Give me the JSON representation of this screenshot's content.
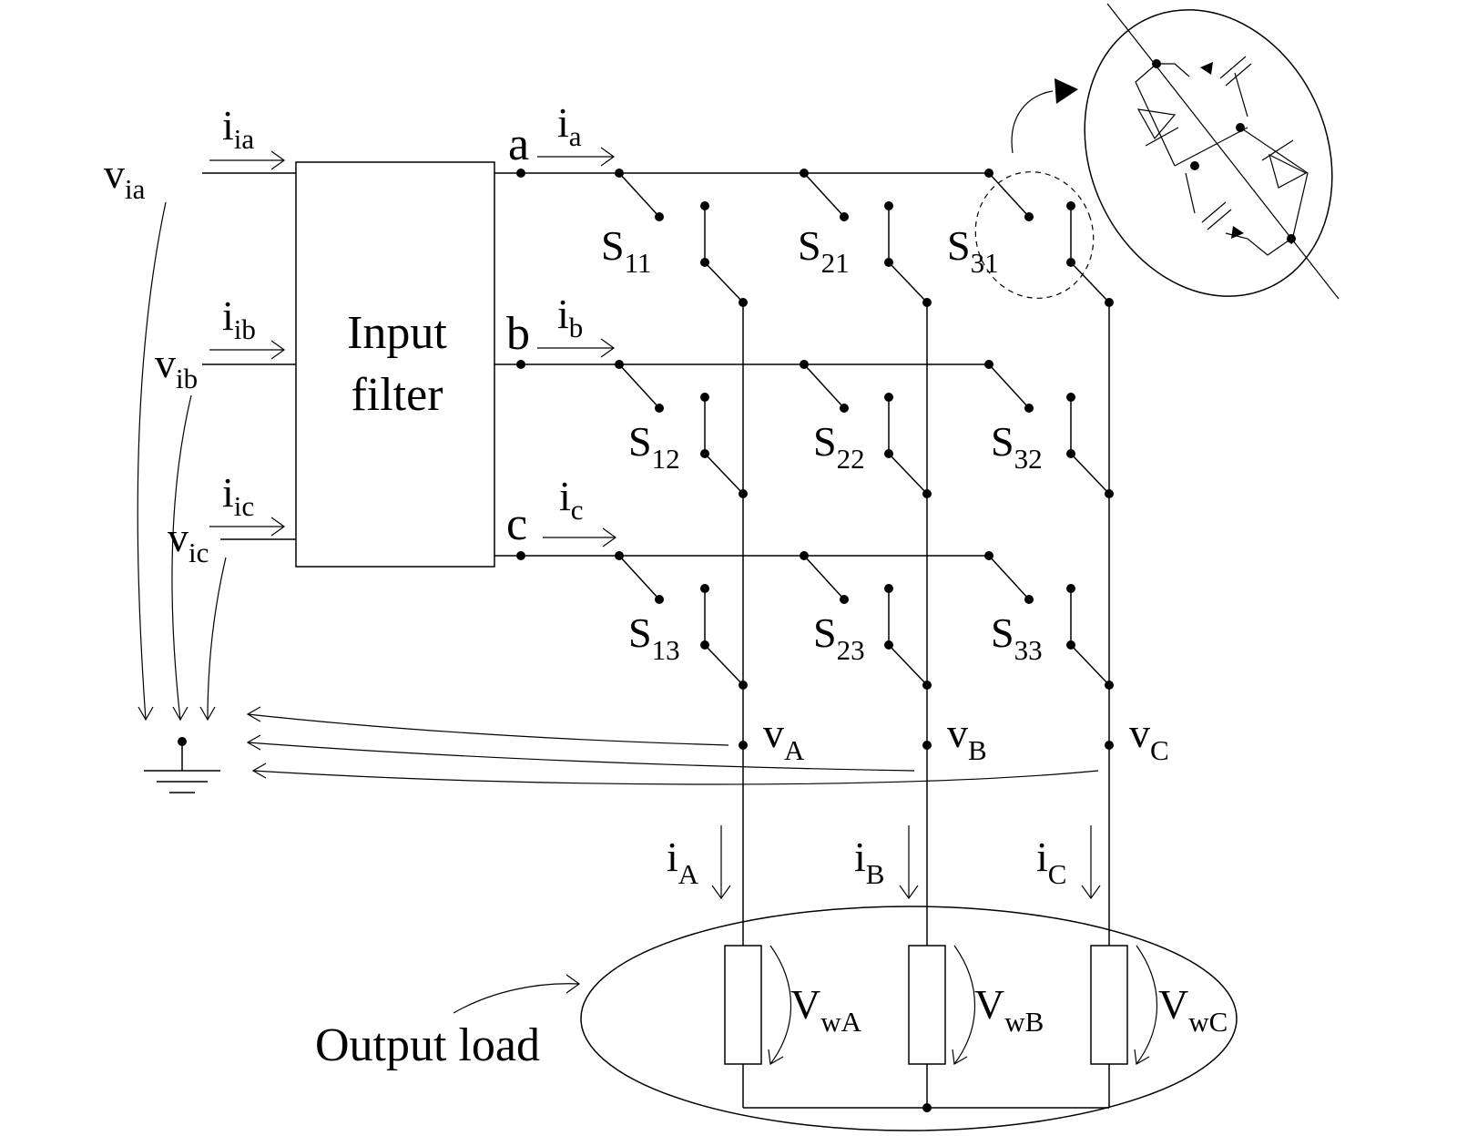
{
  "input_voltages": [
    {
      "main": "v",
      "sub": "ia"
    },
    {
      "main": "v",
      "sub": "ib"
    },
    {
      "main": "v",
      "sub": "ic"
    }
  ],
  "input_currents": [
    {
      "main": "i",
      "sub": "ia"
    },
    {
      "main": "i",
      "sub": "ib"
    },
    {
      "main": "i",
      "sub": "ic"
    }
  ],
  "filter": {
    "line1": "Input",
    "line2": "filter"
  },
  "nodes": [
    "a",
    "b",
    "c"
  ],
  "phase_currents": [
    {
      "main": "i",
      "sub": "a"
    },
    {
      "main": "i",
      "sub": "b"
    },
    {
      "main": "i",
      "sub": "c"
    }
  ],
  "switches": [
    {
      "main": "S",
      "sub": "11"
    },
    {
      "main": "S",
      "sub": "21"
    },
    {
      "main": "S",
      "sub": "31"
    },
    {
      "main": "S",
      "sub": "12"
    },
    {
      "main": "S",
      "sub": "22"
    },
    {
      "main": "S",
      "sub": "32"
    },
    {
      "main": "S",
      "sub": "13"
    },
    {
      "main": "S",
      "sub": "23"
    },
    {
      "main": "S",
      "sub": "33"
    }
  ],
  "output_voltages": [
    {
      "main": "v",
      "sub": "A"
    },
    {
      "main": "v",
      "sub": "B"
    },
    {
      "main": "v",
      "sub": "C"
    }
  ],
  "output_currents": [
    {
      "main": "i",
      "sub": "A"
    },
    {
      "main": "i",
      "sub": "B"
    },
    {
      "main": "i",
      "sub": "C"
    }
  ],
  "load_voltages": [
    {
      "main": "V",
      "sub": "wA"
    },
    {
      "main": "V",
      "sub": "wB"
    },
    {
      "main": "V",
      "sub": "wC"
    }
  ],
  "output_load_label": "Output load"
}
